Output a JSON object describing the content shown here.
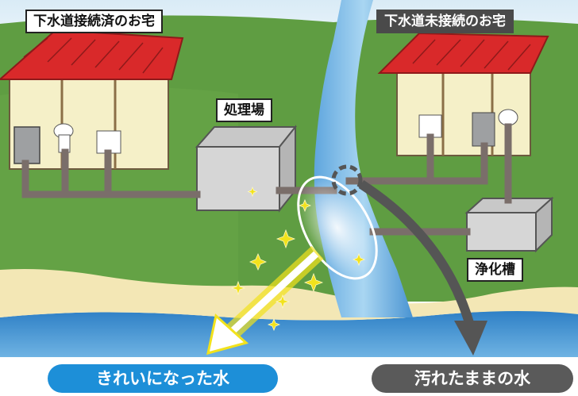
{
  "labels": {
    "connected_home": "下水道接続済のお宅",
    "unconnected_home": "下水道未接続のお宅",
    "treatment_plant": "処理場",
    "septic_tank": "浄化槽"
  },
  "outcomes": {
    "clean_water": "きれいになった水",
    "dirty_water": "汚れたままの水"
  },
  "colors": {
    "clean": "#1d8fd8",
    "dirty": "#5a5a5a",
    "roof": "#d9292a",
    "grass": "#5f9d42",
    "river": "#3f86cc",
    "pipe": "#7a6e6a",
    "sparkle": "#f2e21c"
  }
}
